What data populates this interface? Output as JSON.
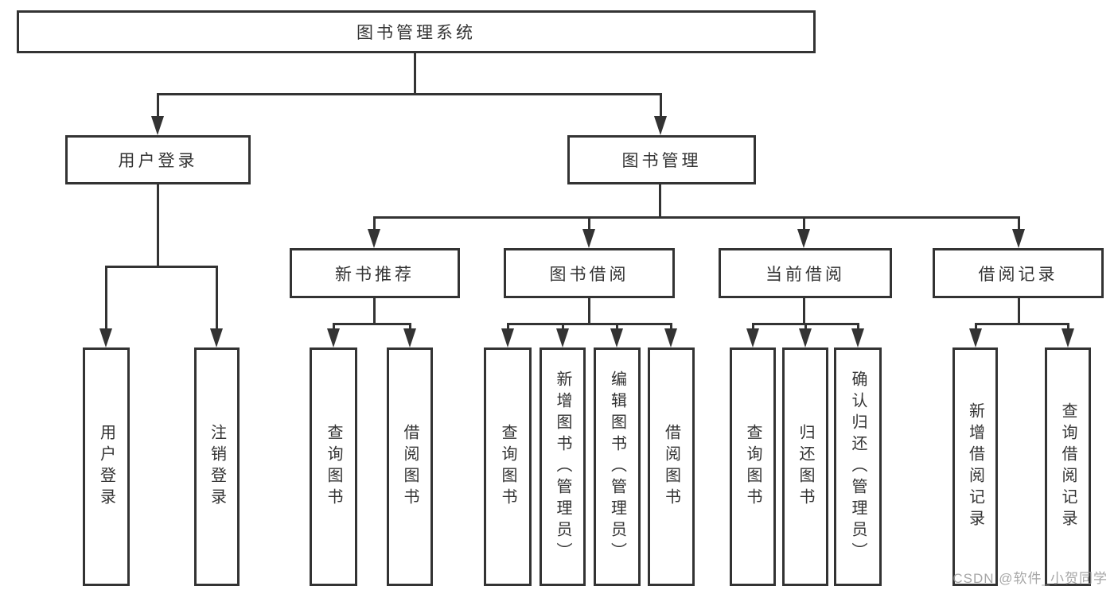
{
  "diagram": {
    "root": {
      "label": "图书管理系统"
    },
    "level2": [
      {
        "label": "用户登录"
      },
      {
        "label": "图书管理"
      }
    ],
    "level3": [
      {
        "parent": "图书管理",
        "label": "新书推荐"
      },
      {
        "parent": "图书管理",
        "label": "图书借阅"
      },
      {
        "parent": "图书管理",
        "label": "当前借阅"
      },
      {
        "parent": "图书管理",
        "label": "借阅记录"
      }
    ],
    "leaves": [
      {
        "parent": "用户登录",
        "label": "用户登录"
      },
      {
        "parent": "用户登录",
        "label": "注销登录"
      },
      {
        "parent": "新书推荐",
        "label": "查询图书"
      },
      {
        "parent": "新书推荐",
        "label": "借阅图书"
      },
      {
        "parent": "图书借阅",
        "label": "查询图书"
      },
      {
        "parent": "图书借阅",
        "label": "新增图书（管理员）"
      },
      {
        "parent": "图书借阅",
        "label": "编辑图书（管理员）"
      },
      {
        "parent": "图书借阅",
        "label": "借阅图书"
      },
      {
        "parent": "当前借阅",
        "label": "查询图书"
      },
      {
        "parent": "当前借阅",
        "label": "归还图书"
      },
      {
        "parent": "当前借阅",
        "label": "确认归还（管理员）"
      },
      {
        "parent": "借阅记录",
        "label": "新增借阅记录"
      },
      {
        "parent": "借阅记录",
        "label": "查询借阅记录"
      }
    ],
    "watermark": {
      "text": "CSDN @软件_小贺同学"
    },
    "colors": {
      "line": "#333333",
      "text": "#333333",
      "background": "#ffffff",
      "watermark": "#969696"
    }
  }
}
